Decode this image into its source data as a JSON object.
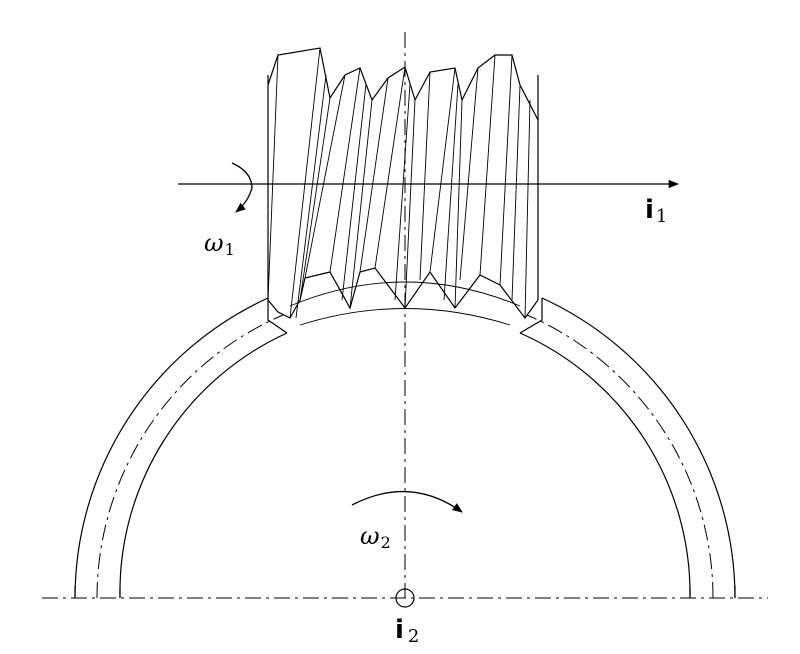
{
  "labels": {
    "i1_base": "i",
    "i1_sub": "1",
    "i2_base": "i",
    "i2_sub": "2",
    "omega1_base": "ω",
    "omega1_sub": "1",
    "omega2_base": "ω",
    "omega2_sub": "2"
  }
}
